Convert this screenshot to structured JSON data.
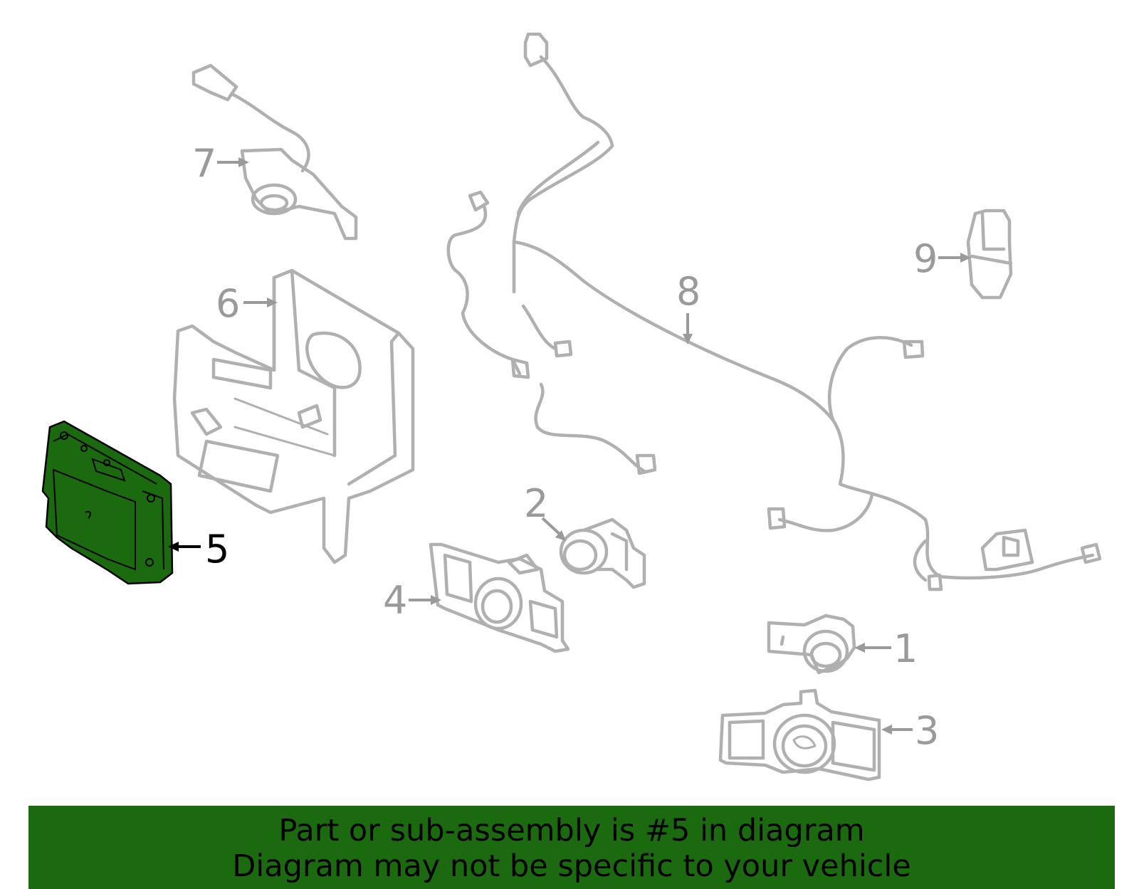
{
  "highlight_color": "#1b6a10",
  "callouts": [
    {
      "id": "1",
      "label": "1",
      "highlighted": false
    },
    {
      "id": "2",
      "label": "2",
      "highlighted": false
    },
    {
      "id": "3",
      "label": "3",
      "highlighted": false
    },
    {
      "id": "4",
      "label": "4",
      "highlighted": false
    },
    {
      "id": "5",
      "label": "5",
      "highlighted": true
    },
    {
      "id": "6",
      "label": "6",
      "highlighted": false
    },
    {
      "id": "7",
      "label": "7",
      "highlighted": false
    },
    {
      "id": "8",
      "label": "8",
      "highlighted": false
    },
    {
      "id": "9",
      "label": "9",
      "highlighted": false
    }
  ],
  "banner": {
    "line1": "Part or sub-assembly is #5 in diagram",
    "line2": "Diagram may not be specific to your vehicle"
  }
}
